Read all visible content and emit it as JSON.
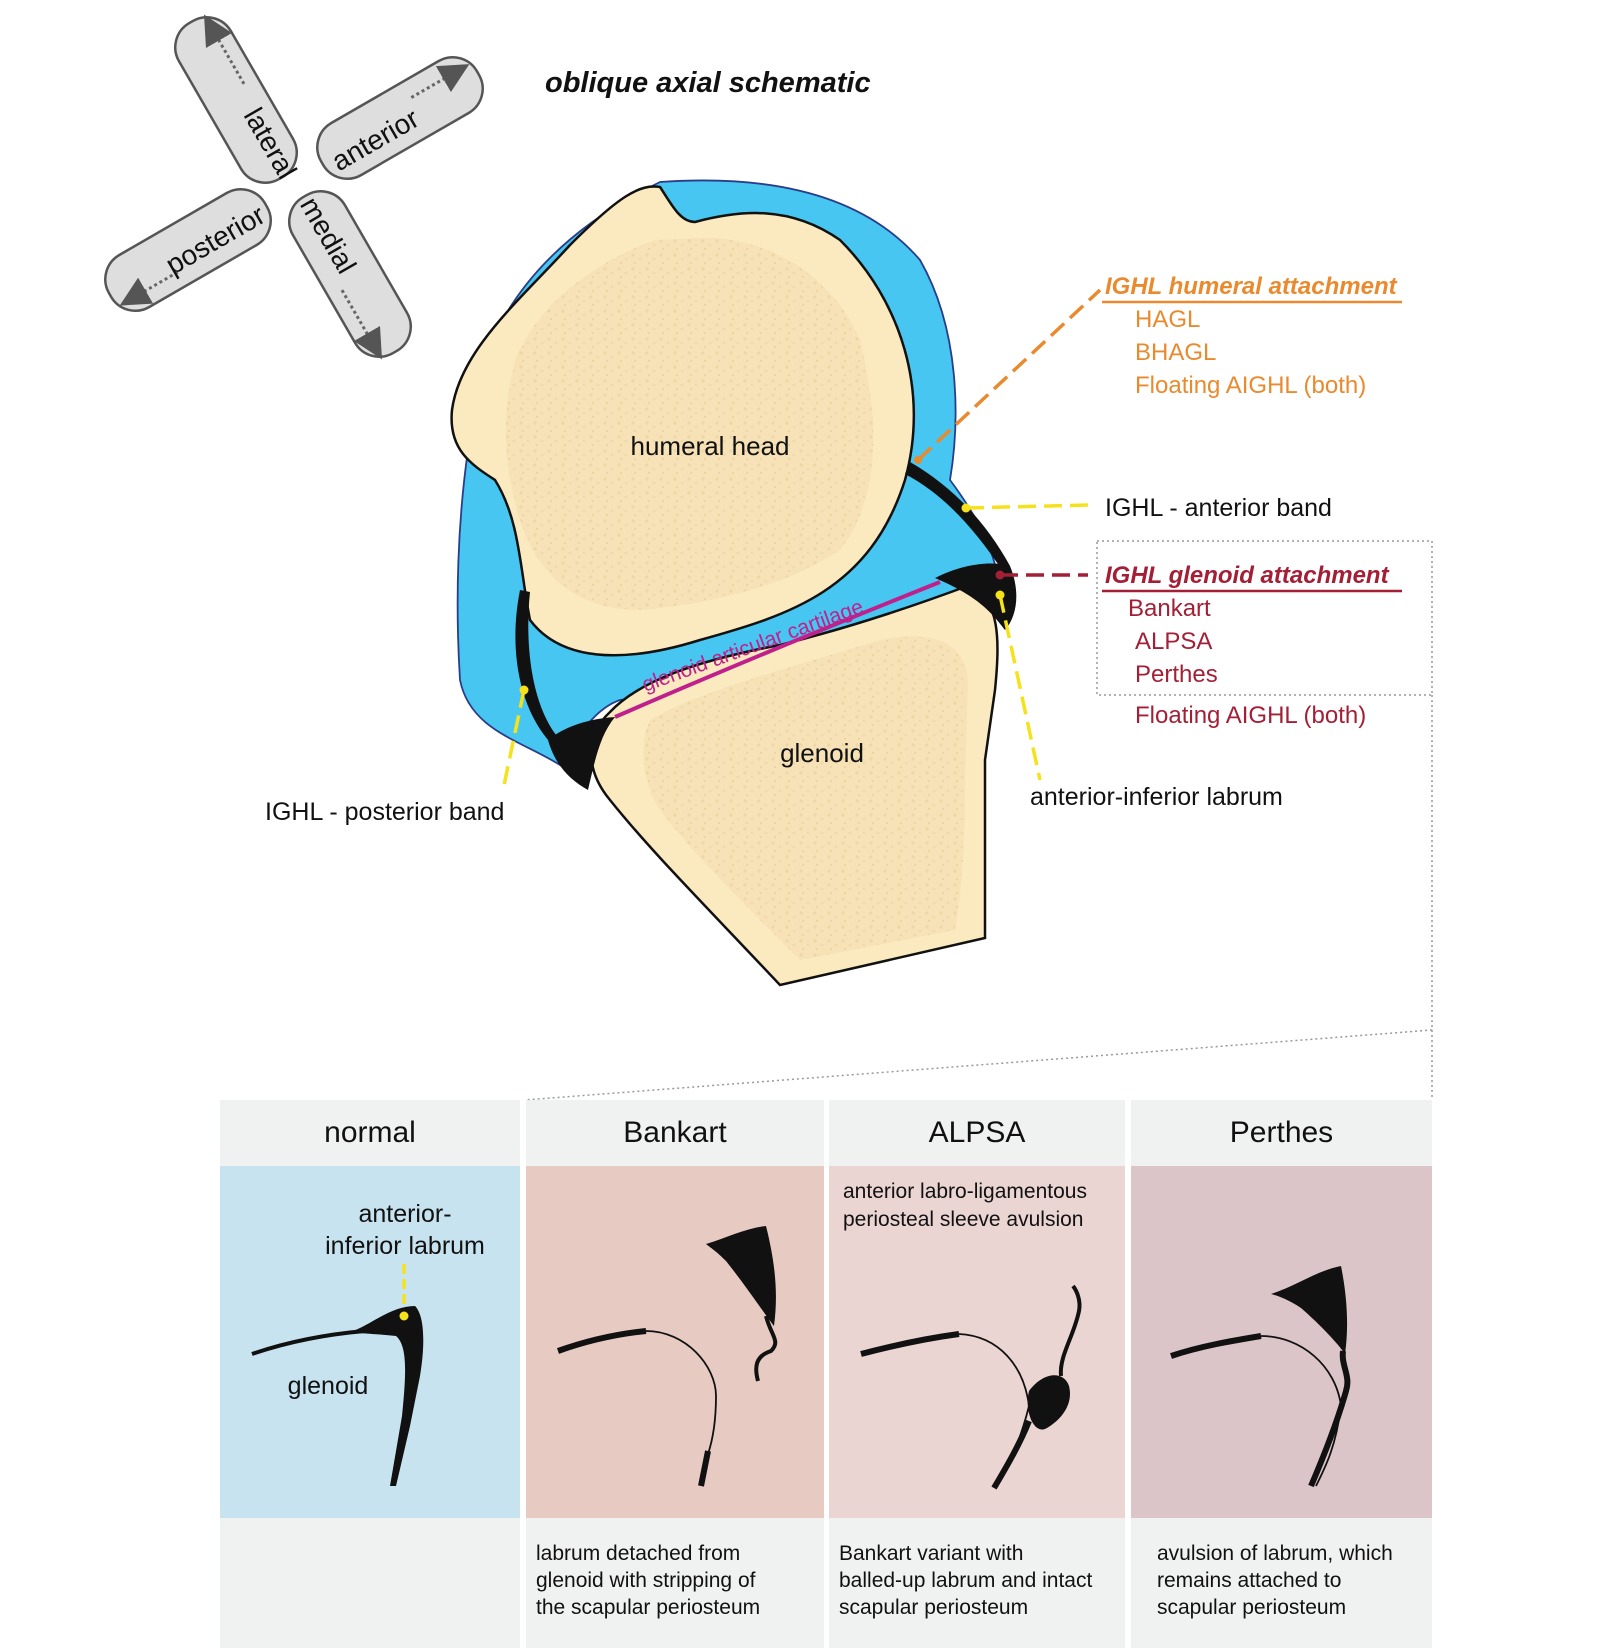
{
  "title": "oblique axial schematic",
  "orientation": {
    "lateral": "lateral",
    "anterior": "anterior",
    "posterior": "posterior",
    "medial": "medial"
  },
  "labels": {
    "humeral_head": "humeral head",
    "glenoid": "glenoid",
    "glenoid_cartilage": "glenoid articular cartilage",
    "ighl_anterior_band": "IGHL - anterior band",
    "ighl_posterior_band": "IGHL - posterior band",
    "anterior_inferior_labrum": "anterior-inferior labrum"
  },
  "humeral_attachment": {
    "heading": "IGHL humeral attachment",
    "items": [
      "HAGL",
      "BHAGL",
      "Floating AIGHL (both)"
    ]
  },
  "glenoid_attachment": {
    "heading": "IGHL glenoid attachment",
    "items": [
      "Bankart",
      "ALPSA",
      "Perthes",
      "Floating AIGHL (both)"
    ]
  },
  "panels": {
    "normal": {
      "title": "normal",
      "label_line1": "anterior-",
      "label_line2": "inferior labrum",
      "glenoid_label": "glenoid",
      "caption": ""
    },
    "bankart": {
      "title": "Bankart",
      "caption_lines": [
        "labrum detached from",
        "glenoid with stripping of",
        "the scapular periosteum"
      ]
    },
    "alpsa": {
      "title": "ALPSA",
      "desc_lines": [
        "anterior labro-ligamentous",
        "periosteal sleeve avulsion"
      ],
      "caption_lines": [
        "Bankart variant with",
        "balled-up labrum and intact",
        "scapular periosteum"
      ]
    },
    "perthes": {
      "title": "Perthes",
      "caption_lines": [
        "avulsion of labrum, which",
        "remains attached to",
        "scapular periosteum"
      ]
    }
  },
  "colors": {
    "bone_fill": "#fbeac0",
    "fluid_blue": "#47c6f1",
    "orange": "#e98a2e",
    "crimson": "#a31f36",
    "magenta": "#c0208c",
    "yellow": "#f5e21c",
    "normal_bg": "#c7e3ef",
    "bankart_bg": "#e7cac2",
    "alpsa_bg": "#ebd5d3",
    "perthes_bg": "#dcc5c8",
    "header_bg": "#f0f1f1"
  }
}
